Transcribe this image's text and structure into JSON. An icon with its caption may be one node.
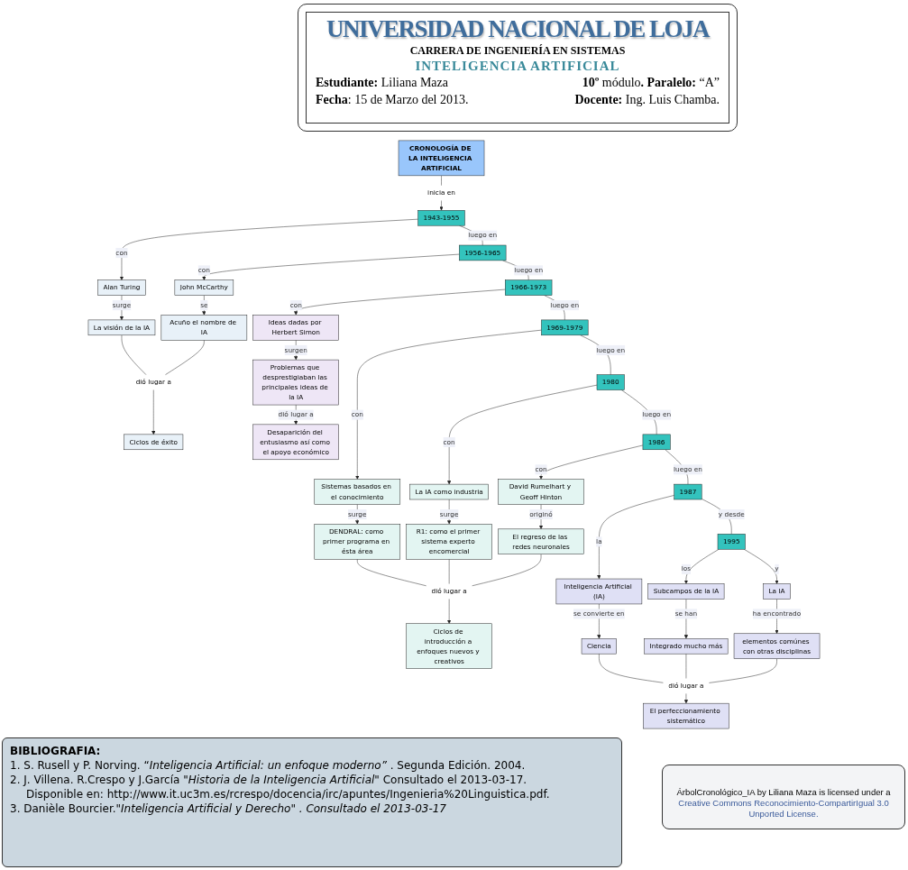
{
  "diagram": {
    "nodes": [
      {
        "text": [
          "CRONOLOGÍA DE LA INTELIGENCIA ARTIFICIAL"
        ]
      },
      {
        "text": [
          "inicia en"
        ]
      },
      {
        "text": [
          "1943-1955"
        ]
      },
      {
        "text": [
          "Alan Turing"
        ]
      },
      {
        "text": [
          "La visión de la IA"
        ]
      },
      {
        "text": [
          "dió lugar a"
        ]
      },
      {
        "text": [
          "Ciclos de éxito"
        ]
      },
      {
        "text": [
          "1956-1965"
        ]
      },
      {
        "text": [
          "John McCarthy"
        ]
      },
      {
        "text": [
          "Acuño el nombre de IA"
        ]
      },
      {
        "text": [
          "1966-1973"
        ]
      },
      {
        "text": [
          "Ideas dadas por Herbert Simon"
        ]
      },
      {
        "text": [
          "Problemas que desprestigiaban las principales ideas de la IA"
        ]
      },
      {
        "text": [
          "Desaparición del entusiasmo así como el apoyo económico"
        ]
      },
      {
        "text": [
          "1969-1979"
        ]
      },
      {
        "text": [
          "Sistemas basados en el conocimiento"
        ]
      },
      {
        "text": [
          "DENDRAL: como primer programa en ésta área"
        ]
      },
      {
        "text": [
          "dió lugar a"
        ]
      },
      {
        "text": [
          "Ciclos de introducción a enfoques nuevos y creativos"
        ]
      },
      {
        "text": [
          "1980"
        ]
      },
      {
        "text": [
          "La IA como industria"
        ]
      },
      {
        "text": [
          "R1: como el primer sistema experto encomercial"
        ]
      },
      {
        "text": [
          "1986"
        ]
      },
      {
        "text": [
          "David Rumelhart y Geoff Hinton"
        ]
      },
      {
        "text": [
          "El regreso de las redes neuronales"
        ]
      },
      {
        "text": [
          "1987"
        ]
      },
      {
        "text": [
          "Inteligencia Artificial (IA)"
        ]
      },
      {
        "text": [
          "Ciencia"
        ]
      },
      {
        "text": [
          "dió lugar a"
        ]
      },
      {
        "text": [
          "El perfeccionamiento sistemático"
        ]
      },
      {
        "text": [
          "1995"
        ]
      },
      {
        "text": [
          "Subcampos de la IA"
        ]
      },
      {
        "text": [
          "Integrado mucho más"
        ]
      },
      {
        "text": [
          "La IA"
        ]
      },
      {
        "text": [
          "elementos comúnes con otras disciplinas"
        ]
      }
    ],
    "edges": [
      {
        "from": 0,
        "to": 1,
        "arrow": "none"
      },
      {
        "from": 1,
        "to": 2,
        "arrow": "to"
      },
      {
        "from": 2,
        "to": 3,
        "arrow": "to",
        "label": "con"
      },
      {
        "from": 3,
        "to": 4,
        "arrow": "to",
        "label": "surge"
      },
      {
        "from": 4,
        "to": 5,
        "arrow": "none"
      },
      {
        "from": 9,
        "to": 5,
        "arrow": "none"
      },
      {
        "from": 5,
        "to": 6,
        "arrow": "to"
      },
      {
        "from": 2,
        "to": 7,
        "arrow": "none",
        "label": "luego en"
      },
      {
        "from": 7,
        "to": 8,
        "arrow": "to",
        "label": "con"
      },
      {
        "from": 8,
        "to": 9,
        "arrow": "to",
        "label": "se"
      },
      {
        "from": 7,
        "to": 10,
        "arrow": "none",
        "label": "luego en"
      },
      {
        "from": 10,
        "to": 11,
        "arrow": "to",
        "label": "con"
      },
      {
        "from": 11,
        "to": 12,
        "arrow": "to",
        "label": "surgen"
      },
      {
        "from": 12,
        "to": 13,
        "arrow": "to",
        "label": "dió lugar a"
      },
      {
        "from": 10,
        "to": 14,
        "arrow": "none",
        "label": "luego en"
      },
      {
        "from": 14,
        "to": 15,
        "arrow": "to",
        "label": "con"
      },
      {
        "from": 15,
        "to": 16,
        "arrow": "to",
        "label": "surge"
      },
      {
        "from": 16,
        "to": 17,
        "arrow": "none"
      },
      {
        "from": 21,
        "to": 17,
        "arrow": "none"
      },
      {
        "from": 24,
        "to": 17,
        "arrow": "none"
      },
      {
        "from": 17,
        "to": 18,
        "arrow": "to"
      },
      {
        "from": 14,
        "to": 19,
        "arrow": "none",
        "label": "luego en"
      },
      {
        "from": 19,
        "to": 20,
        "arrow": "to",
        "label": "con"
      },
      {
        "from": 20,
        "to": 21,
        "arrow": "to",
        "label": "surge"
      },
      {
        "from": 19,
        "to": 22,
        "arrow": "none",
        "label": "luego en"
      },
      {
        "from": 22,
        "to": 23,
        "arrow": "to",
        "label": "con"
      },
      {
        "from": 23,
        "to": 24,
        "arrow": "to",
        "label": "originó"
      },
      {
        "from": 22,
        "to": 25,
        "arrow": "none",
        "label": "luego en"
      },
      {
        "from": 25,
        "to": 26,
        "arrow": "to",
        "label": "la"
      },
      {
        "from": 26,
        "to": 27,
        "arrow": "to",
        "label": "se convierte en"
      },
      {
        "from": 27,
        "to": 28,
        "arrow": "none"
      },
      {
        "from": 32,
        "to": 28,
        "arrow": "none"
      },
      {
        "from": 34,
        "to": 28,
        "arrow": "none"
      },
      {
        "from": 28,
        "to": 29,
        "arrow": "to"
      },
      {
        "from": 25,
        "to": 30,
        "arrow": "none",
        "label": "y desde"
      },
      {
        "from": 30,
        "to": 31,
        "arrow": "to",
        "label": "los"
      },
      {
        "from": 31,
        "to": 32,
        "arrow": "to",
        "label": "se han"
      },
      {
        "from": 30,
        "to": 33,
        "arrow": "to",
        "label": "y"
      },
      {
        "from": 33,
        "to": 34,
        "arrow": "to",
        "label": "ha encontrado"
      }
    ],
    "labels": [
      "UNIVERSIDAD NACIONAL DE LOJA",
      "CARRERA DE INGENIERÍA EN SISTEMAS",
      "INTELIGENCIA ARTIFICIAL",
      "**Estudiante:** Liliana Maza",
      "**10º** módulo**.** **Paralelo:** “A”",
      "**Fecha**: 15 de Marzo del 2013.",
      "**Docente:** Ing. Luis Chamba.",
      "BIBLIOGRAFIA:",
      "1. S. Rusell y P. Norving. “*Inteligencia Artificial: un enfoque moderno”* . Segunda Edición. 2004.",
      "2. J. Villena. R.Crespo y J.García \"*Historia de la Inteligencia Artificial*\" Consultado el 2013-03-17.",
      "Disponible en: http://www.it.uc3m.es/rcrespo/docencia/irc/apuntes/Ingenieria%20Linguistica.pdf.",
      "3. Danièle Bourcier.\"*Inteligencia Artificial y Derecho\" . Consultado el 2013-03-17*",
      "ÁrbolCronológico_IA by Liliana Maza is licensed under a",
      "Creative Commons Reconocimiento-CompartirIgual 3.0 Unported License."
    ]
  }
}
